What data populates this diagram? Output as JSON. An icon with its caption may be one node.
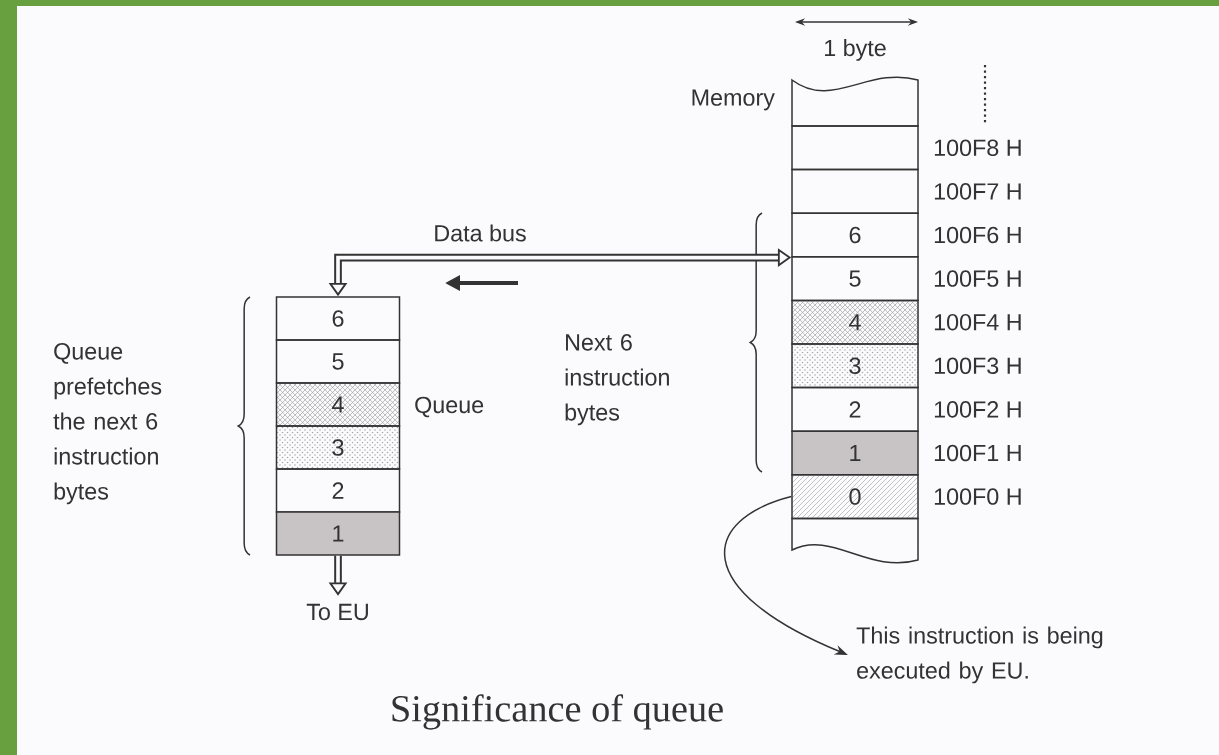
{
  "diagram": {
    "caption": "Significance of queue",
    "nodes": [
      {
        "text": [
          "6"
        ]
      },
      {
        "text": [
          "5"
        ]
      },
      {
        "text": [
          "4"
        ]
      },
      {
        "text": [
          "3"
        ]
      },
      {
        "text": [
          "2"
        ]
      },
      {
        "text": [
          "1"
        ]
      },
      {
        "text": [],
        "shape": "box",
        "beside": [
          "Memory"
        ]
      },
      {
        "text": [],
        "shape": "box",
        "beside": [
          "100F8 H"
        ]
      },
      {
        "text": [],
        "shape": "box",
        "beside": [
          "100F7 H"
        ]
      },
      {
        "text": [
          "6"
        ],
        "beside": [
          "100F6 H"
        ]
      },
      {
        "text": [
          "5"
        ],
        "beside": [
          "100F5 H"
        ]
      },
      {
        "text": [
          "4"
        ],
        "beside": [
          "100F4 H"
        ]
      },
      {
        "text": [
          "3"
        ],
        "beside": [
          "100F3 H"
        ]
      },
      {
        "text": [
          "2"
        ],
        "beside": [
          "100F2 H"
        ]
      },
      {
        "text": [
          "1"
        ],
        "beside": [
          "100F1 H"
        ]
      },
      {
        "text": [
          "0"
        ],
        "beside": [
          "100F0 H"
        ]
      },
      {
        "text": [],
        "shape": "box"
      },
      {
        "text": [
          "This instruction is being executed by EU."
        ]
      },
      {
        "text": [
          "To EU"
        ]
      }
    ],
    "edges": [
      {
        "from": 9,
        "to": 0,
        "arrow": "both",
        "label": "Data bus"
      },
      {
        "from": 5,
        "to": 18,
        "arrow": "to"
      },
      {
        "from": 15,
        "to": 17,
        "arrow": "to"
      }
    ],
    "labels": [
      "1 byte",
      "Queue prefetches the next 6 instruction bytes",
      "Next 6 instruction bytes",
      "Queue"
    ]
  }
}
